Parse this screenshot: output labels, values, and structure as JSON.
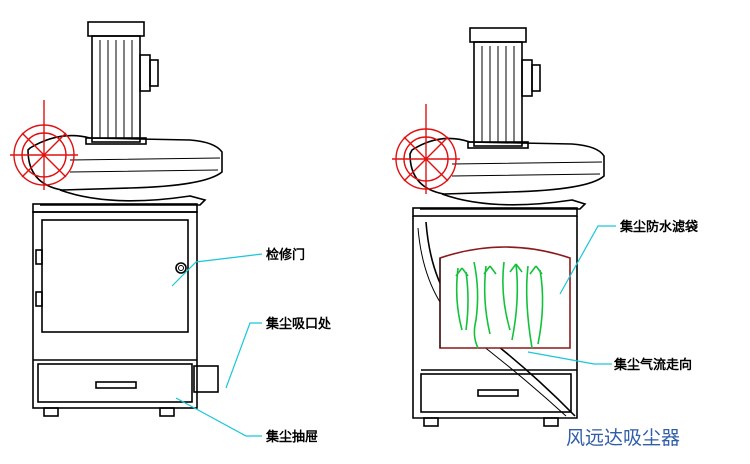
{
  "labels": {
    "access_door": "检修门",
    "dust_inlet": "集尘吸口处",
    "dust_drawer": "集尘抽屉",
    "waterproof_bag": "集尘防水滤袋",
    "airflow_direction": "集尘气流走向"
  },
  "brand": "风远达吸尘器",
  "colors": {
    "brand": "#2f5da8",
    "leader_lines": "#19c7d6",
    "fan_outline": "#e01010",
    "airflow": "#12c23a",
    "filter_bag": "#8b1a1a"
  }
}
